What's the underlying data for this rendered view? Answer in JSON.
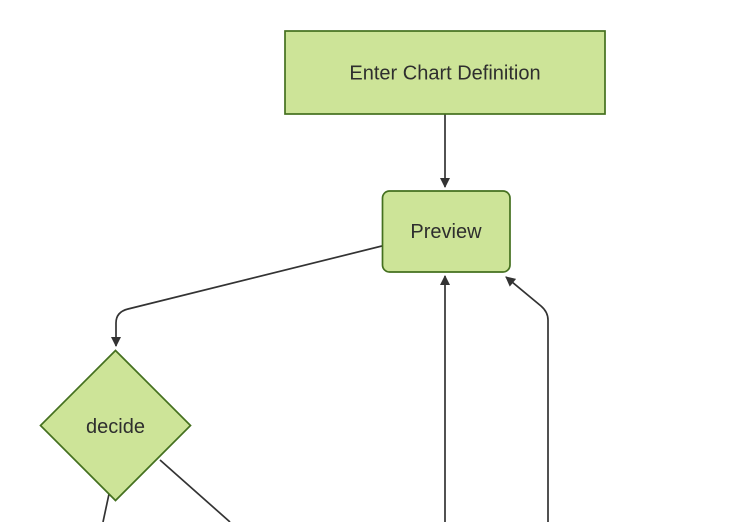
{
  "diagram": {
    "type": "flowchart",
    "direction": "top-down",
    "nodes": [
      {
        "id": "enter-chart-definition",
        "label": "Enter Chart Definition",
        "shape": "rectangle"
      },
      {
        "id": "preview",
        "label": "Preview",
        "shape": "rounded-rectangle"
      },
      {
        "id": "decide",
        "label": "decide",
        "shape": "diamond"
      }
    ],
    "edges": [
      {
        "from": "enter-chart-definition",
        "to": "preview",
        "arrowhead": true
      },
      {
        "from": "preview",
        "to": "decide",
        "arrowhead": true
      },
      {
        "from": "offscreen-bottom-center",
        "to": "preview",
        "arrowhead": true
      },
      {
        "from": "offscreen-bottom-right",
        "to": "preview",
        "arrowhead": true
      },
      {
        "from": "decide",
        "to": "offscreen-bottom-left",
        "arrowhead": false
      },
      {
        "from": "decide",
        "to": "offscreen-bottom-right",
        "arrowhead": false
      }
    ]
  },
  "colors": {
    "background": "#ffffff",
    "node_fill": "#cde498",
    "node_border": "#44701f",
    "edge": "#333333",
    "label_text": "#2e2e2e"
  }
}
